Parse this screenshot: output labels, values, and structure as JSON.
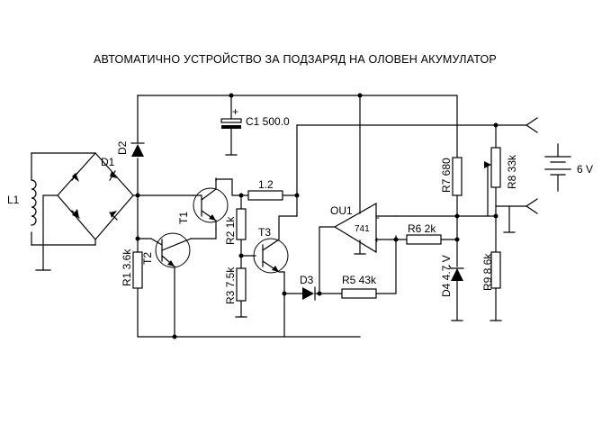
{
  "title": "АВТОМАТИЧНО  УСТРОЙСТВО  ЗА  ПОДЗАРЯД  НА  ОЛОВЕН  АКУМУЛАТОР",
  "labels": {
    "l1": "L1",
    "d1": "D1",
    "d2": "D2",
    "c1": "C1 500.0",
    "c1_plus": "+",
    "r_12": "1.2",
    "t1": "T1",
    "t2": "T2",
    "t3": "T3",
    "r1": "R1 3.6k",
    "r2": "R2 1k",
    "r3": "R3 7.5k",
    "d3": "D3",
    "r5": "R5 43k",
    "ou1": "OU1",
    "op_model": "741",
    "op_minus": "-",
    "op_plus": "+",
    "r6": "R6 2k",
    "r7": "R7 680",
    "d4": "D4 4.7 V",
    "r8": "R8 33k",
    "r9": "R9 8.6k",
    "battery": "6 V"
  }
}
